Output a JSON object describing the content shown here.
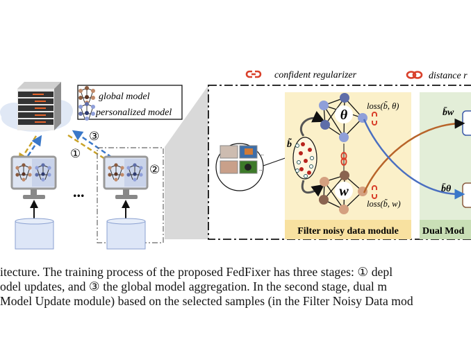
{
  "figure": {
    "legend": {
      "global_model": "global model",
      "personalized_model": "personalized model"
    },
    "steps": {
      "one": "①",
      "two": "②",
      "three": "③"
    },
    "ellipsis": "...",
    "regularizers": {
      "confident": "confident regularizer",
      "distance": "distance r"
    },
    "filter_module": {
      "label": "Filter noisy data module",
      "theta": "θ",
      "w": "w",
      "b_tilde": "b̃",
      "loss_theta": "loss(b̃, θ)",
      "loss_w": "loss(b̃, w)"
    },
    "dual_module": {
      "label": "Dual Mod",
      "b_bar_w": "b̄w",
      "b_bar_theta": "b̄θ"
    },
    "colors": {
      "global": "#b0785a",
      "personalized": "#7f8fcf",
      "arrow_yellow": "#c9a227",
      "arrow_blue": "#3a78c9",
      "filter_bg": "#fbf0c9",
      "filter_label_bg": "#f8e1a0",
      "dual_bg": "#e3eed8",
      "dual_label_bg": "#c9dfb6",
      "link_red": "#d9402b"
    }
  },
  "caption": {
    "line1": "itecture. The training process of the proposed FedFixer has three stages: ① depl",
    "line2": "odel updates, and ③ the global model aggregation. In the second stage, dual m",
    "line3": "Model Update module) based on the selected samples (in the Filter Noisy Data mod"
  }
}
